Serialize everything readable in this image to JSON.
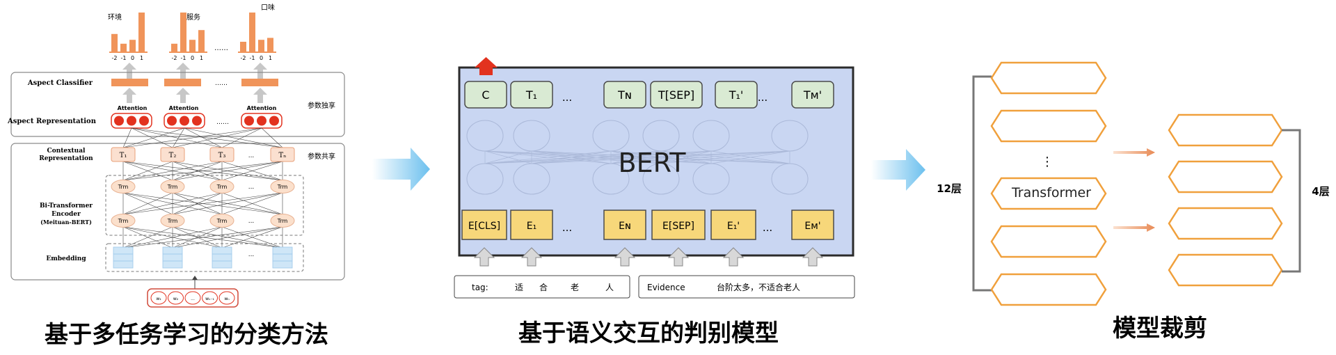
{
  "panel1": {
    "aspects": [
      "环境",
      "服务",
      "口味"
    ],
    "ellipsis": "……",
    "ticks": [
      "-2",
      "-1",
      "0",
      "1"
    ],
    "bars": [
      {
        "values": [
          0.45,
          0.2,
          0.3,
          1.0
        ]
      },
      {
        "values": [
          0.2,
          1.0,
          0.3,
          0.55
        ]
      },
      {
        "values": [
          0.25,
          1.0,
          0.3,
          0.35
        ]
      }
    ],
    "aspect_classifier": "Aspect Classifier",
    "aspect_representation": "Aspect Representation",
    "attention": "Attention",
    "param_private": "参数独享",
    "param_shared": "参数共享",
    "contextual_representation_1": "Contextual",
    "contextual_representation_2": "Representation",
    "t_tokens": [
      "T₁",
      "T₂",
      "T₃",
      "Tₙ"
    ],
    "trm": "Trm",
    "bi_transformer_1": "Bi-Transformer",
    "bi_transformer_2": "Encoder",
    "bi_transformer_3": "(Meituan-BERT)",
    "embedding": "Embedding",
    "inputs": [
      "w₁",
      "w₂",
      "...",
      "wₙ₋₁",
      "wₙ"
    ],
    "dots": "...",
    "caption": "基于多任务学习的分类方法"
  },
  "panel2": {
    "top_tokens": [
      "C",
      "T₁",
      "Tɴ",
      "T[SEP]",
      "T₁'",
      "Tᴍ'"
    ],
    "bottom_tokens": [
      "E[CLS]",
      "E₁",
      "Eɴ",
      "E[SEP]",
      "E₁'",
      "Eᴍ'"
    ],
    "bert": "BERT",
    "dots": "...",
    "tag_label": "tag:",
    "tag_chars": [
      "适",
      "合",
      "老",
      "人"
    ],
    "evidence_label": "Evidence",
    "evidence_text": "台阶太多，不适合老人",
    "caption": "基于语义交互的判别模型"
  },
  "panel3": {
    "vdots": "⋮",
    "transformer": "Transformer",
    "layers_left": "12层",
    "layers_right": "4层",
    "caption": "模型裁剪"
  },
  "colors": {
    "orange": "#f0945a",
    "red": "#e2321f",
    "bert_bg": "#c9d6f2",
    "green": "#d9ead3",
    "yellow": "#f7d77a",
    "hex_orange": "#f0a03c",
    "arrow_blue": "#6cc0ee"
  }
}
